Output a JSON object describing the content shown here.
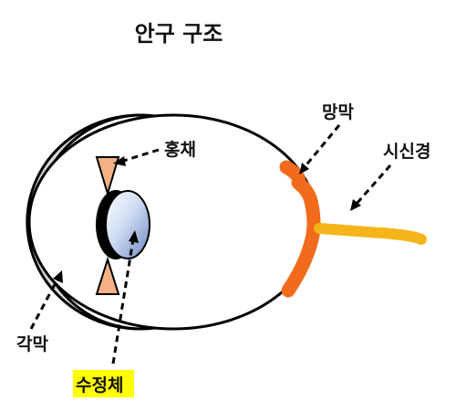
{
  "title": "안구 구조",
  "labels": {
    "retina": "망막",
    "iris": "홍채",
    "optic_nerve": "시신경",
    "cornea": "각막",
    "lens": "수정체"
  },
  "colors": {
    "outline": "#000000",
    "cornea_fill": "#d9d9d9",
    "iris_fill": "#f4b183",
    "retina": "#f26b1d",
    "optic_nerve": "#f5b51a",
    "lens_light": "#e8effa",
    "lens_dark": "#6f88c2",
    "highlight": "#ffff00"
  }
}
